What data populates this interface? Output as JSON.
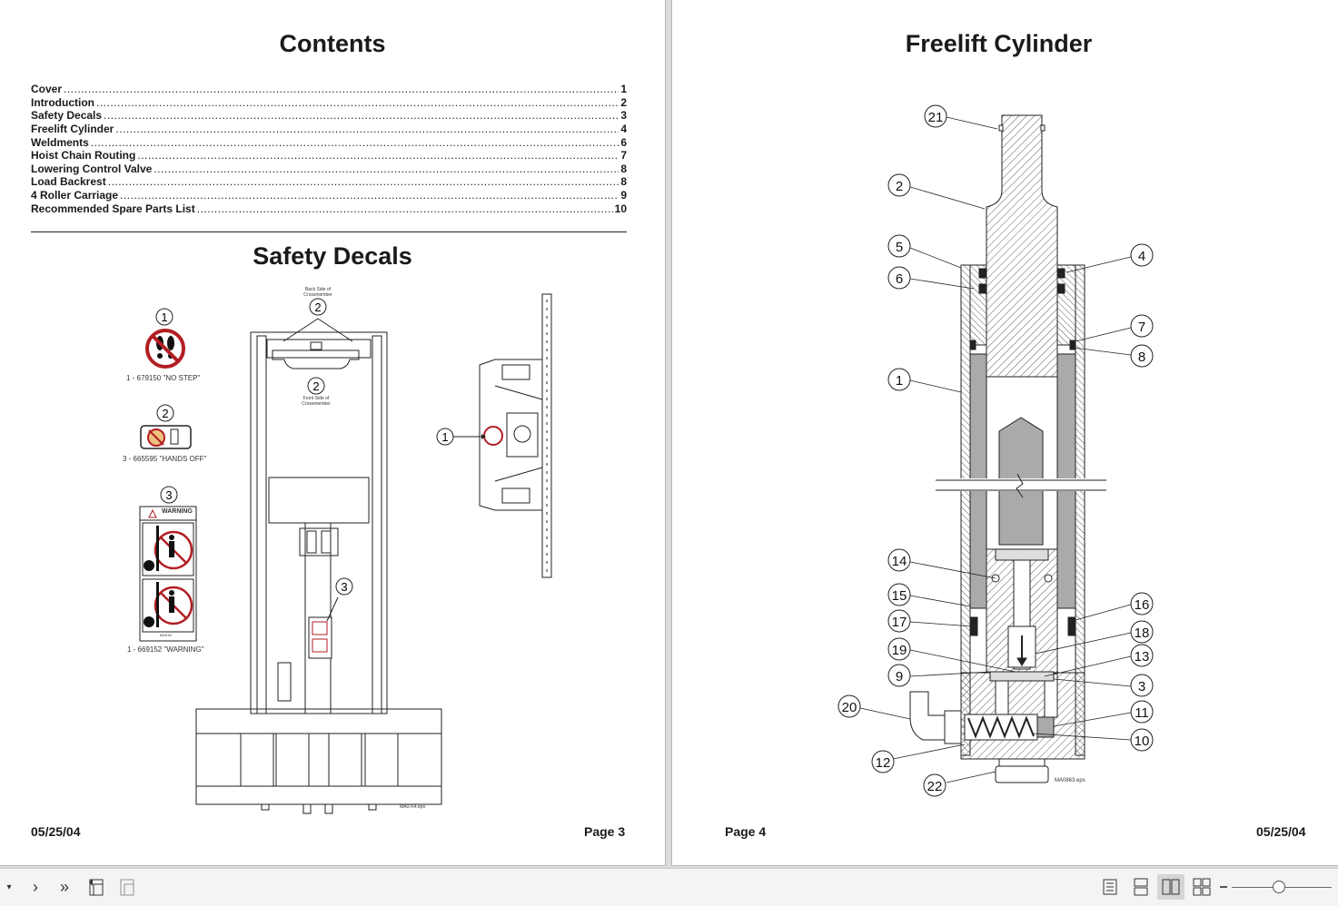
{
  "left_page": {
    "contents_title": "Contents",
    "toc": [
      {
        "label": "Cover",
        "page": "1"
      },
      {
        "label": "Introduction",
        "page": "2"
      },
      {
        "label": "Safety Decals",
        "page": "3"
      },
      {
        "label": "Freelift Cylinder",
        "page": "4"
      },
      {
        "label": "Weldments",
        "page": "6"
      },
      {
        "label": "Hoist Chain Routing",
        "page": "7"
      },
      {
        "label": "Lowering Control Valve",
        "page": "8"
      },
      {
        "label": "Load Backrest",
        "page": "8"
      },
      {
        "label": "4 Roller Carriage",
        "page": "9"
      },
      {
        "label": "Recommended Spare Parts List",
        "page": "10"
      }
    ],
    "safety_title": "Safety Decals",
    "decals": [
      {
        "callout": "1",
        "caption": "1 - 679150 \"NO STEP\""
      },
      {
        "callout": "2",
        "caption": "3 - 665595 \"HANDS OFF\""
      },
      {
        "callout": "3",
        "caption": "1 - 669152 \"WARNING\"",
        "header": "WARNING",
        "part_label": "669152"
      }
    ],
    "back_side_note": "Back Side of Crossmember",
    "front_side_note": "Front Side of Crossmember",
    "drawing_ref": "MA0764.eps",
    "footer_date": "05/25/04",
    "footer_page": "Page 3"
  },
  "right_page": {
    "title": "Freelift Cylinder",
    "callouts": [
      "21",
      "2",
      "5",
      "6",
      "4",
      "7",
      "8",
      "1",
      "14",
      "15",
      "16",
      "17",
      "18",
      "19",
      "13",
      "9",
      "3",
      "20",
      "11",
      "10",
      "12",
      "22"
    ],
    "drawing_ref": "MA0863.eps",
    "footer_page": "Page 4",
    "footer_date": "05/25/04"
  },
  "toolbar": {
    "icons": [
      "dropdown-arrow-icon",
      "next-page-icon",
      "last-page-icon",
      "rotate-page-icon",
      "rotate-counterclockwise-icon",
      "single-page-icon",
      "continuous-page-icon",
      "two-page-icon",
      "two-page-continuous-icon"
    ],
    "active_view": "two-page-icon",
    "zoom_level": 0.47
  }
}
